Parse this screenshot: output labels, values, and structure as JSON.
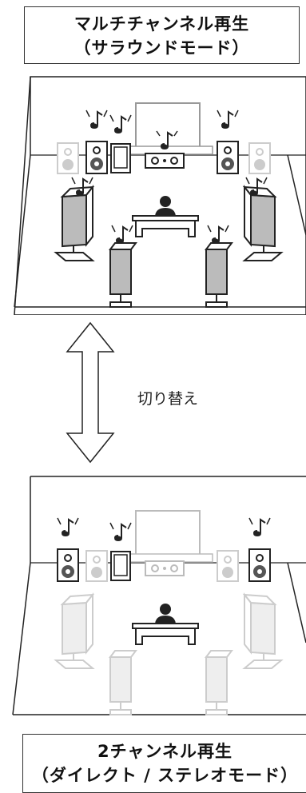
{
  "header": {
    "title_line1": "マルチチャンネル再生",
    "title_line2": "（サラウンドモード）"
  },
  "switch_label": "切り替え",
  "footer": {
    "title_line1": "2チャンネル再生",
    "title_line2": "（ダイレクト / ステレオモード）"
  },
  "modes": {
    "multichannel": {
      "active_speakers": [
        "front-left",
        "front-right",
        "center",
        "subwoofer",
        "surround-left",
        "surround-right",
        "surround-back-left",
        "surround-back-right"
      ]
    },
    "two_channel": {
      "active_speakers": [
        "front-left",
        "front-right"
      ]
    }
  },
  "colors": {
    "active": "#333333",
    "inactive": "#cccccc",
    "line": "#222222"
  }
}
